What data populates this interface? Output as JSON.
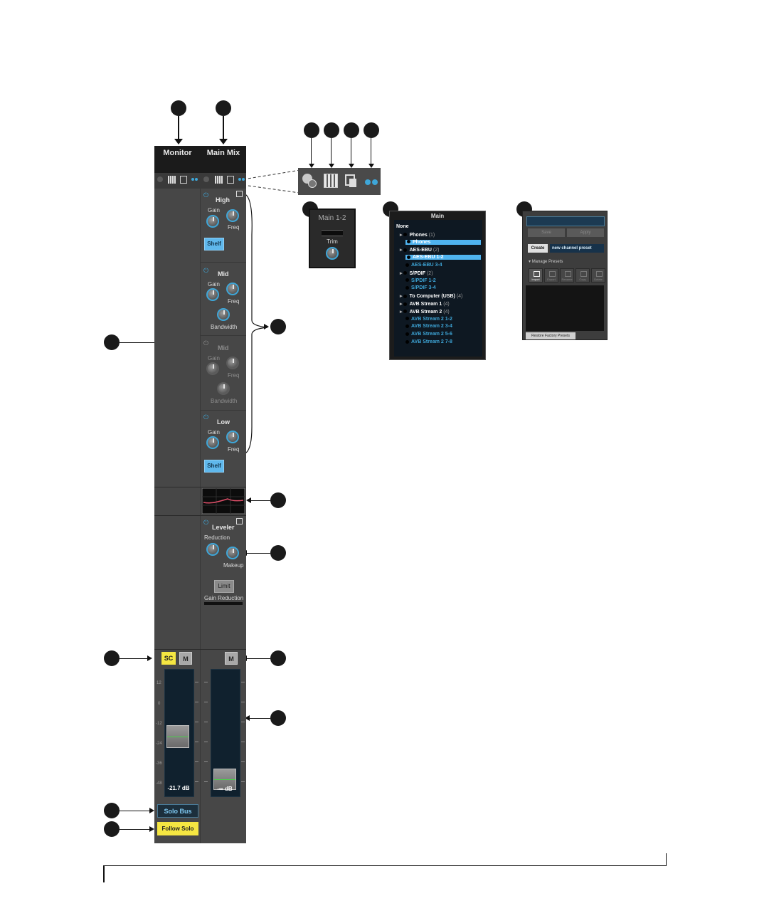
{
  "channels": {
    "monitor": {
      "title": "Monitor"
    },
    "main_mix": {
      "title": "Main Mix"
    }
  },
  "eq": {
    "bands": [
      {
        "title": "High",
        "gain": "Gain",
        "freq": "Freq",
        "shelf": "Shelf"
      },
      {
        "title": "Mid",
        "gain": "Gain",
        "freq": "Freq",
        "bandwidth": "Bandwidth"
      },
      {
        "title": "Mid",
        "gain": "Gain",
        "freq": "Freq",
        "bandwidth": "Bandwidth"
      },
      {
        "title": "Low",
        "gain": "Gain",
        "freq": "Freq",
        "shelf": "Shelf"
      }
    ]
  },
  "leveler": {
    "title": "Leveler",
    "reduction": "Reduction",
    "makeup": "Makeup",
    "limit": "Limit",
    "gain_reduction": "Gain Reduction"
  },
  "monitor_strip": {
    "sc": "SC",
    "m": "M",
    "fader_value": "-21.7 dB",
    "solo_bus": "Solo Bus",
    "follow_solo": "Follow Solo",
    "scale": [
      "12",
      "0",
      "-12",
      "-24",
      "-36",
      "-48"
    ]
  },
  "main_strip": {
    "m": "M",
    "fader_value": "-∞ dB"
  },
  "trim_popup": {
    "title": "Main 1-2",
    "trim": "Trim"
  },
  "routing_popup": {
    "title": "Main",
    "items": [
      {
        "text": "None",
        "style": "w"
      },
      {
        "text": "Phones",
        "count": "(1)",
        "style": "w"
      },
      {
        "text": "Phones",
        "style": "sel"
      },
      {
        "text": "AES-EBU",
        "count": "(2)",
        "style": "w"
      },
      {
        "text": "AES-EBU 1-2",
        "style": "sel"
      },
      {
        "text": "AES-EBU 3-4",
        "style": "b"
      },
      {
        "text": "S/PDIF",
        "count": "(2)",
        "style": "w"
      },
      {
        "text": "S/PDIF 1-2",
        "style": "b"
      },
      {
        "text": "S/PDIF 3-4",
        "style": "b"
      },
      {
        "text": "To Computer (USB)",
        "count": "(4)",
        "style": "w"
      },
      {
        "text": "AVB Stream 1",
        "count": "(4)",
        "style": "w"
      },
      {
        "text": "AVB Stream 2",
        "count": "(4)",
        "style": "w"
      },
      {
        "text": "AVB Stream 2 1-2",
        "style": "b"
      },
      {
        "text": "AVB Stream 2 3-4",
        "style": "b"
      },
      {
        "text": "AVB Stream 2 5-6",
        "style": "b"
      },
      {
        "text": "AVB Stream 2 7-8",
        "style": "b"
      }
    ]
  },
  "presets_popup": {
    "save": "Save",
    "apply": "Apply",
    "create": "Create",
    "preset_name": "new channel preset",
    "manage": "Manage Presets",
    "actions": [
      "Import",
      "Export",
      "Rename",
      "Copy",
      "Delete"
    ],
    "restore": "Restore Factory Presets"
  },
  "colors": {
    "strip": "#474747",
    "accent_blue": "#3ea6d8",
    "shelf_blue": "#5fb8ec",
    "solo_yellow": "#f5e642",
    "header": "#1b1b1b"
  }
}
